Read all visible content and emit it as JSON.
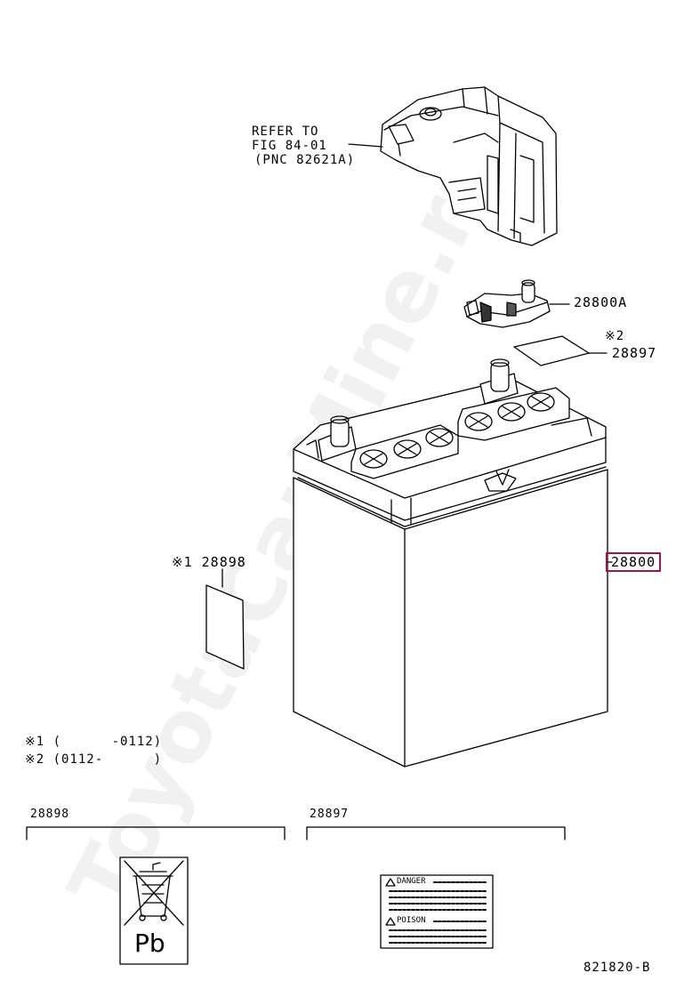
{
  "watermark": "ToyotaCarMine.ru",
  "refer": {
    "line1": "REFER TO",
    "line2": "FIG 84-01",
    "line3": "(PNC 82621A)"
  },
  "parts": {
    "terminal": "28800A",
    "sticker_marker": "※2",
    "sticker": "28897",
    "battery": "28800",
    "label_left": "※1 28898"
  },
  "notes": {
    "note1": "※1 (      -0112)",
    "note2": "※2 (0112-      )"
  },
  "detail_left": {
    "title": "28898",
    "symbol_text": "Pb"
  },
  "detail_right": {
    "title": "28897",
    "danger": "DANGER",
    "poison": "POISON"
  },
  "figure_code": "821820-B",
  "colors": {
    "highlight": "#a2163e"
  }
}
